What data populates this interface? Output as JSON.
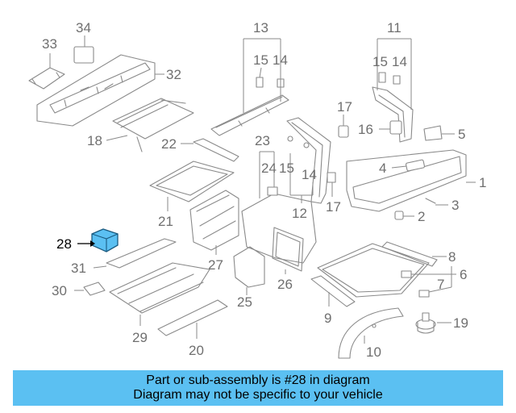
{
  "diagram": {
    "highlight_color": "#5bc0f2",
    "highlighted_part": "28",
    "callouts": [
      "1",
      "2",
      "3",
      "4",
      "5",
      "6",
      "7",
      "8",
      "9",
      "10",
      "11",
      "12",
      "13",
      "14",
      "14",
      "14",
      "15",
      "15",
      "15",
      "16",
      "17",
      "17",
      "18",
      "19",
      "20",
      "21",
      "22",
      "23",
      "24",
      "25",
      "26",
      "27",
      "28",
      "29",
      "30",
      "31",
      "32",
      "33",
      "34"
    ]
  },
  "banner": {
    "line1": "Part or sub-assembly is #28 in diagram",
    "line2": "Diagram may not be specific to your vehicle",
    "background": "#5bc0f2"
  }
}
